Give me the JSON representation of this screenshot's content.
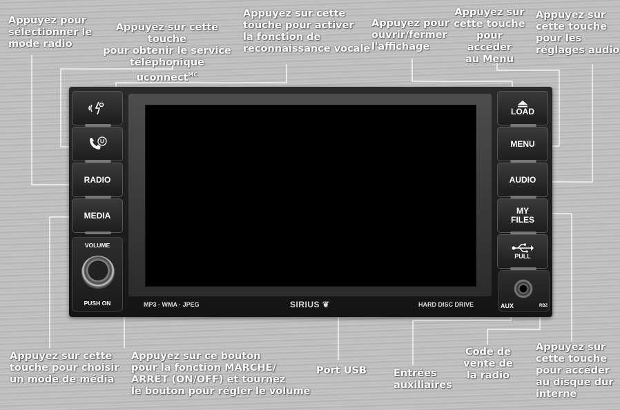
{
  "callouts": {
    "radio": "Appuyez pour\nsélectionner le\nmode radio",
    "uconnect": "Appuyez sur cette touche\npour obtenir le service\ntéléphonique uconnect",
    "uconnect_sup": "MC",
    "voice": "Appuyez sur cette\ntouche pour activer\nla fonction de\nreconnaissance vocale",
    "display": "Appuyez pour\nouvrir/fermer\nl'affichage",
    "menu": "Appuyez sur\ncette touche\npour accéder\nau Menu",
    "audio": "Appuyez sur\ncette touche\npour les\nréglages audio",
    "media": "Appuyez sur cette\ntouche pour choisir\nun mode de média",
    "volume": "Appuyez sur ce bouton\npour la fonction MARCHE/\nARRÊT (ON/OFF) et tournez\nle bouton pour régler le volume",
    "usb": "Port USB",
    "aux": "Entrées\nauxiliaires",
    "code": "Code de\nvente de\nla radio",
    "hdd": "Appuyez sur\ncette touche\npour accéder\nau disque dur\ninterne"
  },
  "unit": {
    "buttons": {
      "radio": "RADIO",
      "media": "MEDIA",
      "load": "LOAD",
      "menu": "MENU",
      "audio": "AUDIO",
      "my_files": "MY\nFILES",
      "pull": "PULL"
    },
    "icons": {
      "voice": "voice-command-icon",
      "phone": "phone-uconnect-icon",
      "eject": "eject-icon",
      "usb": "usb-icon"
    },
    "volume_label": "VOLUME",
    "push_on_label": "PUSH ON",
    "formats_label": "MP3 · WMA · JPEG",
    "brand_label": "SIRIUS",
    "hdd_label": "HARD DISC DRIVE",
    "aux_label": "AUX",
    "rbz_label": "RBZ"
  },
  "colors": {
    "callout_text": "#ffffff",
    "leader_line": "#ffffff",
    "unit_body": "#1c1c1c",
    "screen": "#000000"
  }
}
